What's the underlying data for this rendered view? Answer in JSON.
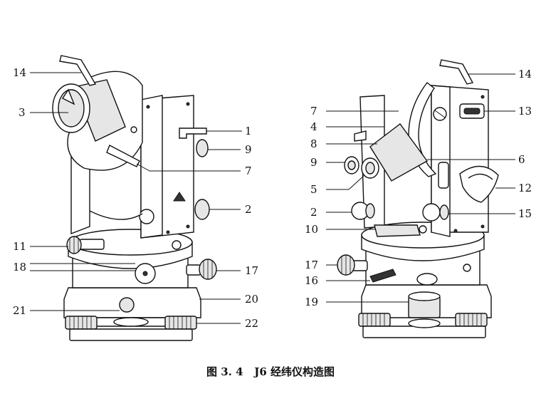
{
  "caption": "图 3. 4   J6 经纬仪构造图",
  "labels": {
    "left": [
      "14",
      "3",
      "1",
      "9",
      "7",
      "2",
      "11",
      "18",
      "17",
      "20",
      "21",
      "22"
    ],
    "right": [
      "7",
      "4",
      "8",
      "9",
      "5",
      "2",
      "10",
      "17",
      "16",
      "19",
      "14",
      "13",
      "6",
      "12",
      "15"
    ]
  }
}
